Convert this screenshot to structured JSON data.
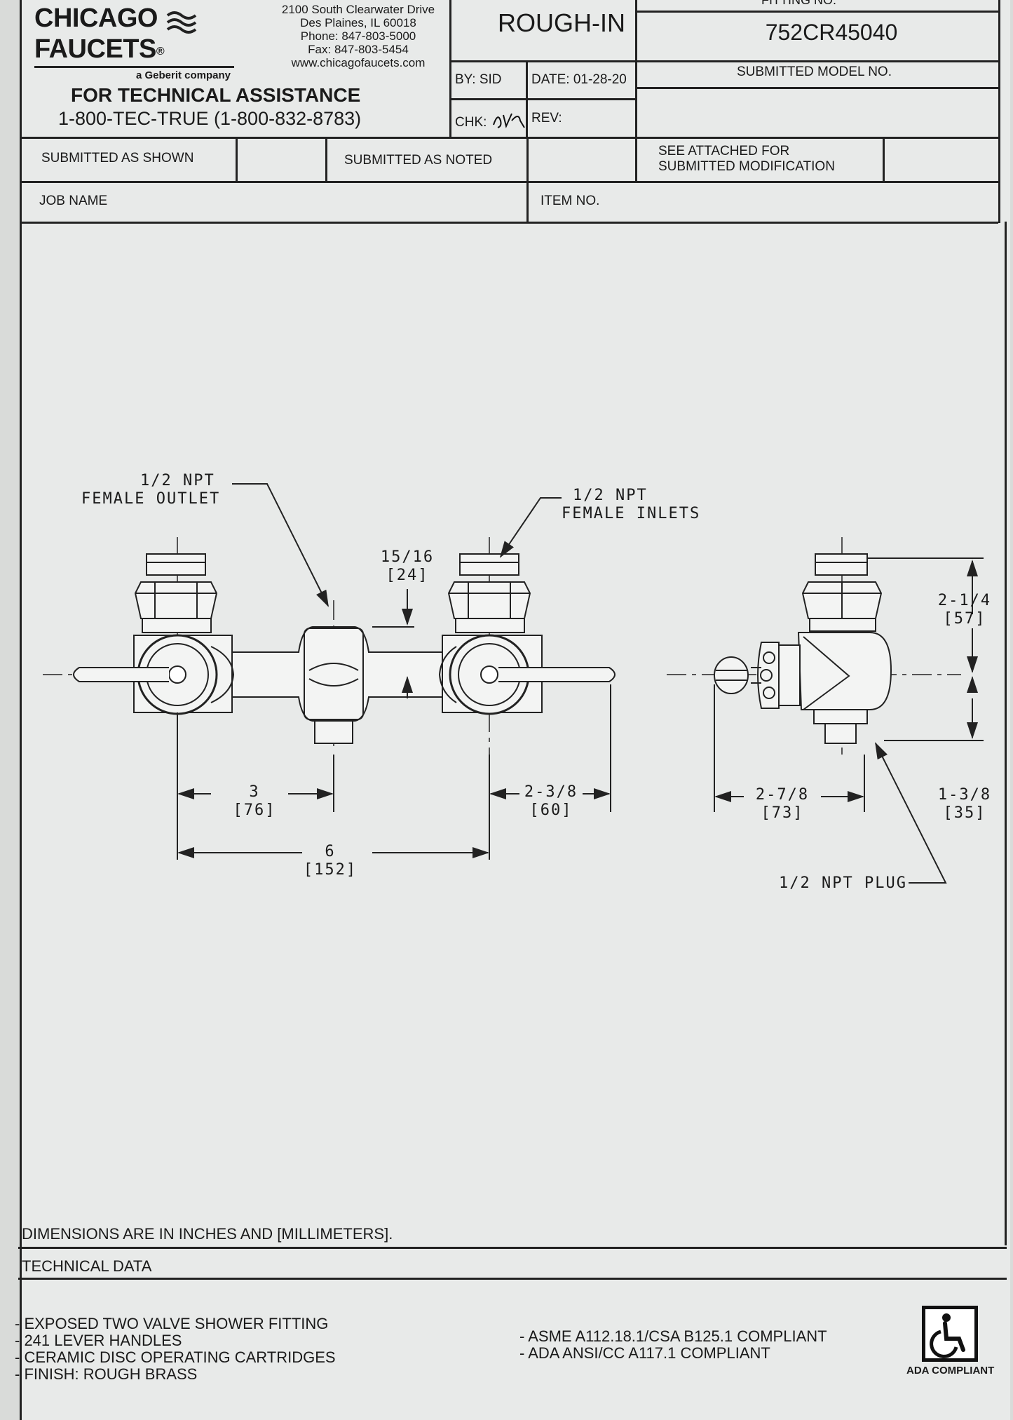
{
  "company": {
    "name_line1": "CHICAGO",
    "name_line2": "FAUCETS",
    "registered": "®",
    "subtitle": "a Geberit company",
    "address": "2100 South Clearwater Drive",
    "city": "Des Plaines, IL 60018",
    "phone": "Phone: 847-803-5000",
    "fax": "Fax: 847-803-5454",
    "website": "www.chicagofaucets.com",
    "assist_title": "FOR TECHNICAL ASSISTANCE",
    "assist_phone": "1-800-TEC-TRUE (1-800-832-8783)"
  },
  "header": {
    "title": "ROUGH-IN",
    "fitting_no_label": "FITTING NO.",
    "fitting_no": "752CR45040",
    "by": "BY:  SID",
    "date": "DATE: 01-28-20",
    "chk_label": "CHK:",
    "rev": "REV:",
    "submitted_model_label": "SUBMITTED MODEL NO."
  },
  "submittal": {
    "as_shown": "SUBMITTED AS SHOWN",
    "as_noted": "SUBMITTED AS NOTED",
    "see_attached_1": "SEE ATTACHED FOR",
    "see_attached_2": "SUBMITTED MODIFICATION",
    "job_name": "JOB NAME",
    "item_no": "ITEM NO."
  },
  "drawing": {
    "outlet_1": "1/2 NPT",
    "outlet_2": "FEMALE OUTLET",
    "inlets_1": "1/2 NPT",
    "inlets_2": "FEMALE INLETS",
    "dim_1516": "15/16",
    "dim_1516_mm": "[24]",
    "dim_3": "3",
    "dim_3_mm": "[76]",
    "dim_238": "2-3/8",
    "dim_238_mm": "[60]",
    "dim_6": "6",
    "dim_6_mm": "[152]",
    "dim_214": "2-1/4",
    "dim_214_mm": "[57]",
    "dim_278": "2-7/8",
    "dim_278_mm": "[73]",
    "dim_138": "1-3/8",
    "dim_138_mm": "[35]",
    "plug": "1/2 NPT PLUG"
  },
  "footer": {
    "dimensions_note": "DIMENSIONS ARE IN INCHES AND [MILLIMETERS].",
    "technical_data": "TECHNICAL DATA",
    "features": [
      "- EXPOSED TWO VALVE SHOWER FITTING",
      "- 241 LEVER HANDLES",
      "- CERAMIC DISC OPERATING CARTRIDGES",
      "- FINISH: ROUGH BRASS"
    ],
    "compliance": [
      "- ASME A112.18.1/CSA B125.1 COMPLIANT",
      "- ADA ANSI/CC A117.1 COMPLIANT"
    ],
    "ada_label": "ADA COMPLIANT"
  }
}
